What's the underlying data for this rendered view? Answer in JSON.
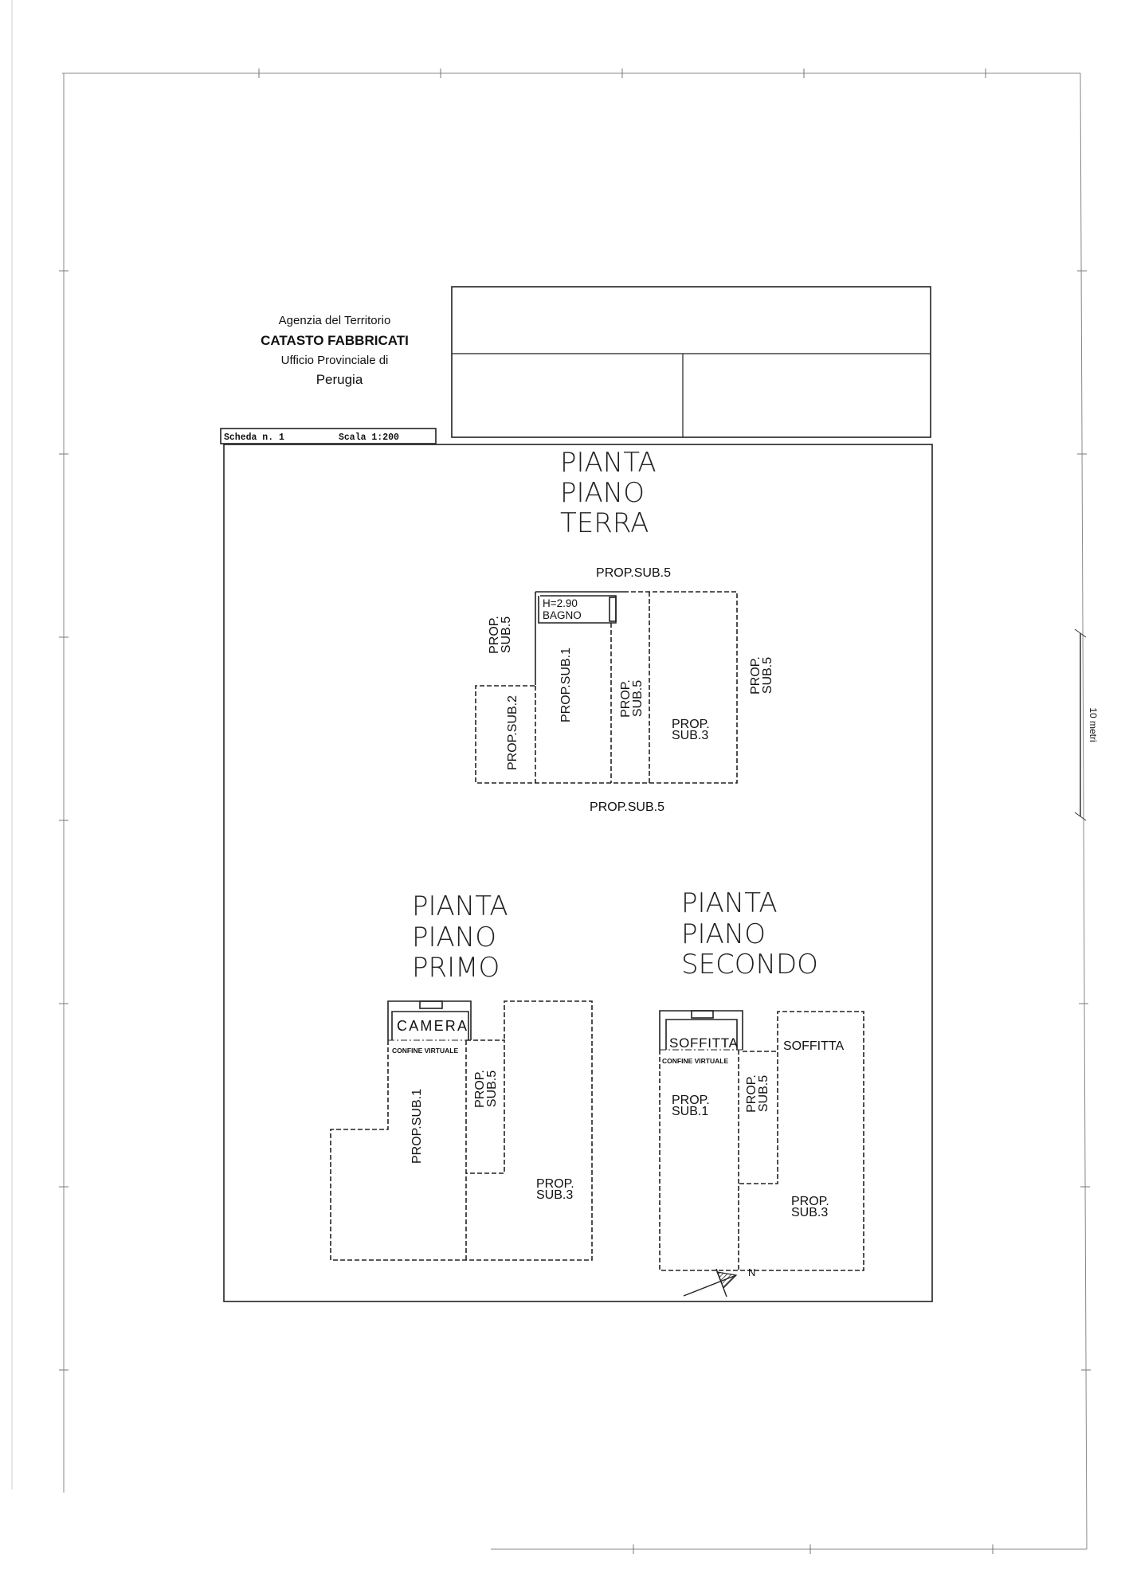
{
  "header": {
    "agency": "Agenzia del Territorio",
    "catasto": "CATASTO FABBRICATI",
    "ufficio": "Ufficio Provinciale di",
    "city": "Perugia"
  },
  "sheet": {
    "scheda": "Scheda n. 1",
    "scala": "Scala 1:200"
  },
  "scale_bar": "10 metri",
  "north_label": "N",
  "piano_terra": {
    "title": [
      "PIANTA",
      "PIANO",
      "TERRA"
    ],
    "top_label": "PROP.SUB.5",
    "bottom_label": "PROP.SUB.5",
    "height_label": "H=2.90",
    "room_label": "BAGNO",
    "left_sub5": [
      "PROP.",
      "SUB.5"
    ],
    "sub1": "PROP.SUB.1",
    "sub2": "PROP.SUB.2",
    "mid_sub5": [
      "PROP.",
      "SUB.5"
    ],
    "sub3": [
      "PROP.",
      "SUB.3"
    ],
    "right_sub5": [
      "PROP.",
      "SUB.5"
    ]
  },
  "piano_primo": {
    "title": [
      "PIANTA",
      "PIANO",
      "PRIMO"
    ],
    "room_label": "CAMERA",
    "confine": "CONFINE VIRTUALE",
    "sub1": "PROP.SUB.1",
    "sub5": [
      "PROP.",
      "SUB.5"
    ],
    "sub3": [
      "PROP.",
      "SUB.3"
    ]
  },
  "piano_secondo": {
    "title": [
      "PIANTA",
      "PIANO",
      "SECONDO"
    ],
    "room_label": "SOFFITTA",
    "confine": "CONFINE VIRTUALE",
    "soffitta": "SOFFITTA",
    "sub1": [
      "PROP.",
      "SUB.1"
    ],
    "sub5": [
      "PROP.",
      "SUB.5"
    ],
    "sub3": [
      "PROP.",
      "SUB.3"
    ]
  }
}
